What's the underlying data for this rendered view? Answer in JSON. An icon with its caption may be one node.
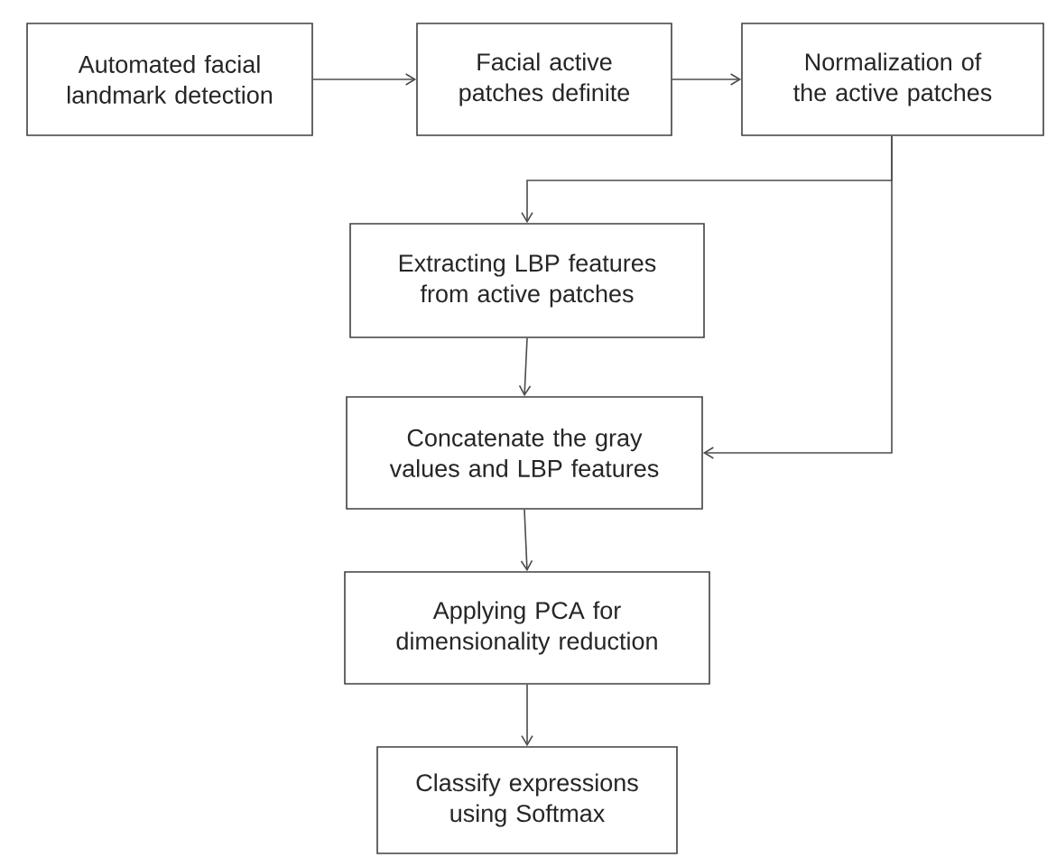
{
  "diagram": {
    "nodes": [
      {
        "text": [
          "Automated facial landmark detection"
        ]
      },
      {
        "text": [
          "Facial active patches definite"
        ]
      },
      {
        "text": [
          "Normalization of the active patches"
        ]
      },
      {
        "text": [
          "Extracting LBP features from active patches"
        ]
      },
      {
        "text": [
          "Concatenate the gray values and LBP features"
        ]
      },
      {
        "text": [
          "Applying PCA for dimensionality reduction"
        ]
      },
      {
        "text": [
          "Classify expressions using Softmax"
        ]
      }
    ],
    "edges": [
      {
        "from": 0,
        "to": 1,
        "arrow": "to"
      },
      {
        "from": 1,
        "to": 2,
        "arrow": "to"
      },
      {
        "from": 2,
        "to": 3,
        "arrow": "to"
      },
      {
        "from": 2,
        "to": 4,
        "arrow": "to"
      },
      {
        "from": 3,
        "to": 4,
        "arrow": "to"
      },
      {
        "from": 4,
        "to": 5,
        "arrow": "to"
      },
      {
        "from": 5,
        "to": 6,
        "arrow": "to"
      }
    ]
  }
}
